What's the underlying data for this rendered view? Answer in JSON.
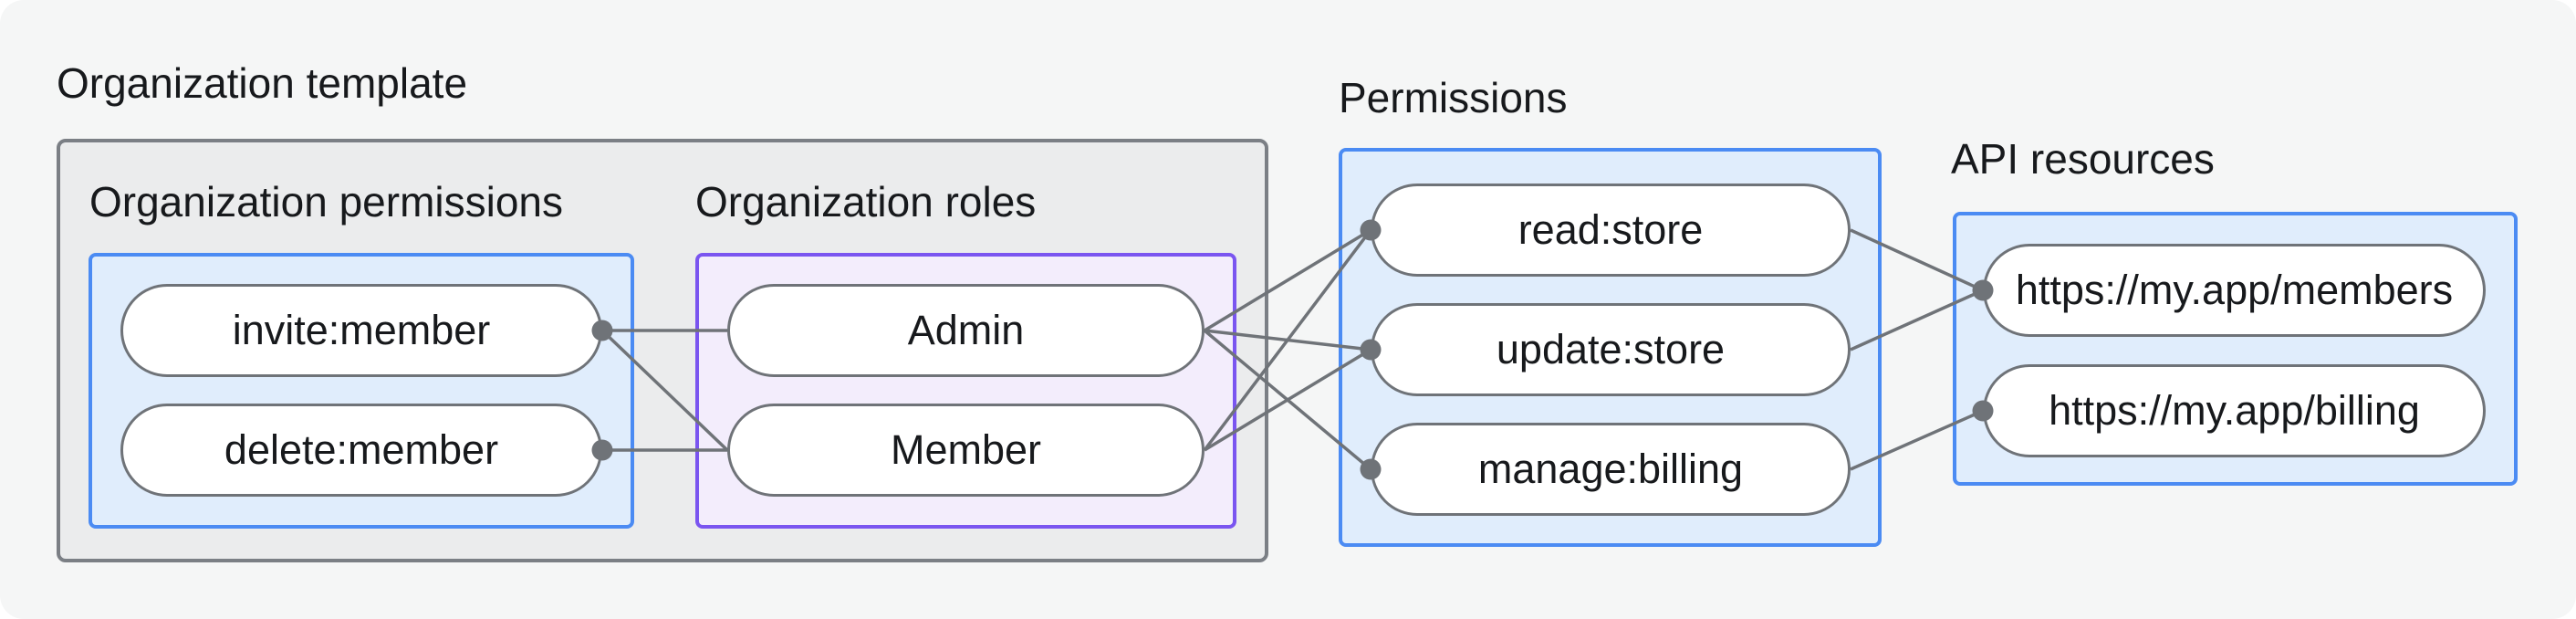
{
  "title": {
    "label": "Organization template"
  },
  "sections": {
    "org_permissions": {
      "label": "Organization permissions"
    },
    "org_roles": {
      "label": "Organization roles"
    },
    "permissions": {
      "label": "Permissions"
    },
    "api_resources": {
      "label": "API resources"
    }
  },
  "nodes": {
    "invite_member": {
      "label": "invite:member"
    },
    "delete_member": {
      "label": "delete:member"
    },
    "admin": {
      "label": "Admin"
    },
    "member": {
      "label": "Member"
    },
    "read_store": {
      "label": "read:store"
    },
    "update_store": {
      "label": "update:store"
    },
    "manage_billing": {
      "label": "manage:billing"
    },
    "api_members": {
      "label": "https://my.app/members"
    },
    "api_billing": {
      "label": "https://my.app/billing"
    }
  },
  "edges": [
    {
      "from": "invite_member",
      "to": "admin"
    },
    {
      "from": "invite_member",
      "to": "member"
    },
    {
      "from": "delete_member",
      "to": "member"
    },
    {
      "from": "admin",
      "to": "read_store"
    },
    {
      "from": "admin",
      "to": "update_store"
    },
    {
      "from": "admin",
      "to": "manage_billing"
    },
    {
      "from": "member",
      "to": "read_store"
    },
    {
      "from": "member",
      "to": "update_store"
    },
    {
      "from": "read_store",
      "to": "api_members"
    },
    {
      "from": "update_store",
      "to": "api_members"
    },
    {
      "from": "manage_billing",
      "to": "api_billing"
    }
  ],
  "colors": {
    "canvas_bg": "#f5f6f6",
    "template_box_bg": "#ebeced",
    "template_box_border": "#7b7f85",
    "blue_box_bg": "#e0edfc",
    "blue_box_border": "#4b8bf3",
    "purple_box_bg": "#f3edfc",
    "purple_box_border": "#7a55f0",
    "node_bg": "#ffffff",
    "node_border": "#6f7378",
    "connector": "#6f7378",
    "text": "#17191c"
  }
}
